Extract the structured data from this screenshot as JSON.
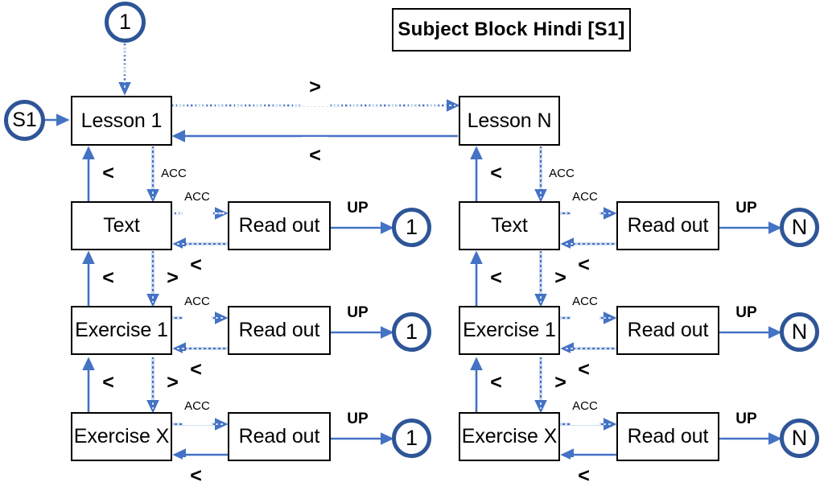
{
  "diagram": {
    "title": "Subject Block Hindi [S1]",
    "entry_badge": "S1",
    "start_token": "1",
    "accent_color": "#4472C4",
    "circle_color": "#2E5597",
    "box_border_color": "#000000",
    "background": "#ffffff"
  },
  "columns": [
    {
      "id": "left",
      "header": "Lesson 1",
      "token": "1",
      "rows": [
        {
          "source": "Text",
          "target": "Read out",
          "token": "1",
          "up_label": "UP"
        },
        {
          "source": "Exercise 1",
          "target": "Read out",
          "token": "1",
          "up_label": "UP"
        },
        {
          "source": "Exercise X",
          "target": "Read out",
          "token": "1",
          "up_label": "UP"
        }
      ]
    },
    {
      "id": "right",
      "header": "Lesson N",
      "token": "N",
      "rows": [
        {
          "source": "Text",
          "target": "Read out",
          "token": "N",
          "up_label": "UP"
        },
        {
          "source": "Exercise 1",
          "target": "Read out",
          "token": "N",
          "up_label": "UP"
        },
        {
          "source": "Exercise X",
          "target": "Read out",
          "token": "N",
          "up_label": "UP"
        }
      ]
    }
  ],
  "edge_labels": {
    "next": ">",
    "prev": "<",
    "acc": "ACC",
    "up": "UP"
  },
  "left_column": {
    "lesson_to_next": ">",
    "lesson_from_next": "<",
    "text_back_to_lesson": "<",
    "lesson_to_text_acc": "ACC",
    "text_to_readout_acc": "ACC",
    "readout_to_text": "<",
    "text_down_next": ">",
    "ex1_back_to_text": "<",
    "text_to_ex1_acc": "ACC",
    "ex1_to_readout_acc": "ACC",
    "readout_to_ex1": "<",
    "ex1_down_next": ">",
    "exx_back_to_ex1": "<",
    "ex1_to_exx_acc": "ACC",
    "exx_to_readout_acc": "ACC",
    "readout_to_exx": "<"
  },
  "right_column": {
    "text_back_to_lesson": "<",
    "lesson_to_text_acc": "ACC",
    "text_to_readout_acc": "ACC",
    "readout_to_text": "<",
    "text_down_next": ">",
    "ex1_back_to_text": "<",
    "text_to_ex1_acc": "ACC",
    "ex1_to_readout_acc": "ACC",
    "readout_to_ex1": "<",
    "ex1_down_next": ">",
    "exx_back_to_ex1": "<",
    "ex1_to_exx_acc": "ACC",
    "exx_to_readout_acc": "ACC",
    "readout_to_exx": "<"
  }
}
